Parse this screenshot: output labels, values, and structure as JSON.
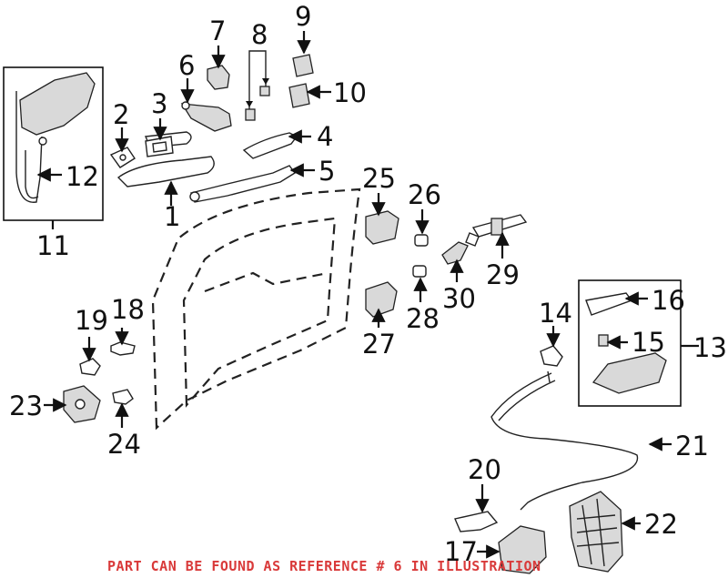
{
  "diagram": {
    "caption": "PART CAN BE FOUND AS REFERENCE # 6 IN ILLUSTRATION",
    "caption_color": "#d93a3a",
    "callouts": [
      "1",
      "2",
      "3",
      "4",
      "5",
      "6",
      "7",
      "8",
      "9",
      "10",
      "11",
      "12",
      "13",
      "14",
      "15",
      "16",
      "17",
      "18",
      "19",
      "20",
      "21",
      "22",
      "23",
      "24",
      "25",
      "26",
      "27",
      "28",
      "29",
      "30"
    ]
  }
}
